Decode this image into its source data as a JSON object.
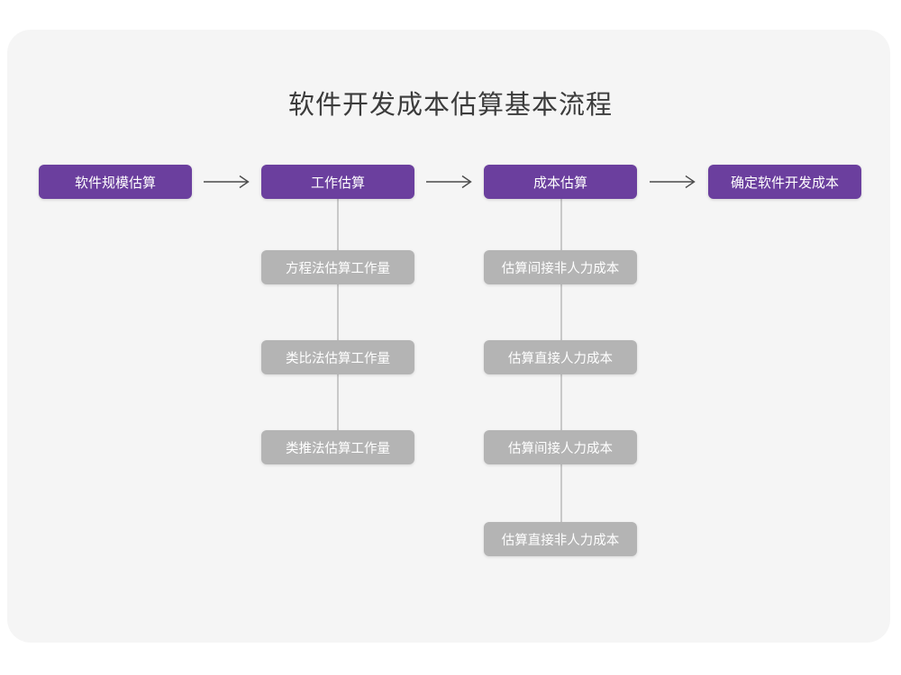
{
  "card": {
    "background": "#f5f5f5"
  },
  "colors": {
    "page_background": "#ffffff",
    "card_background": "#f5f5f5",
    "stage_purple": "#6b3f9e",
    "sub_gray": "#b4b4b4",
    "connector_gray": "#c9c9c9",
    "title_text": "#3c3c3c",
    "box_text": "#ffffff"
  },
  "title": "软件开发成本估算基本流程",
  "flow": {
    "stages": [
      {
        "label": "软件规模估算"
      },
      {
        "label": "工作估算"
      },
      {
        "label": "成本估算"
      },
      {
        "label": "确定软件开发成本"
      }
    ],
    "arrows": [
      {
        "name": "arrow-stage-0-to-1",
        "glyph": "arrow-right-icon"
      },
      {
        "name": "arrow-stage-1-to-2",
        "glyph": "arrow-right-icon"
      },
      {
        "name": "arrow-stage-2-to-3",
        "glyph": "arrow-right-icon"
      }
    ],
    "branches": [
      {
        "parent": "工作估算",
        "items": [
          {
            "label": "方程法估算工作量"
          },
          {
            "label": "类比法估算工作量"
          },
          {
            "label": "类推法估算工作量"
          }
        ]
      },
      {
        "parent": "成本估算",
        "items": [
          {
            "label": "估算间接非人力成本"
          },
          {
            "label": "估算直接人力成本"
          },
          {
            "label": "估算间接人力成本"
          },
          {
            "label": "估算直接非人力成本"
          }
        ]
      }
    ]
  }
}
